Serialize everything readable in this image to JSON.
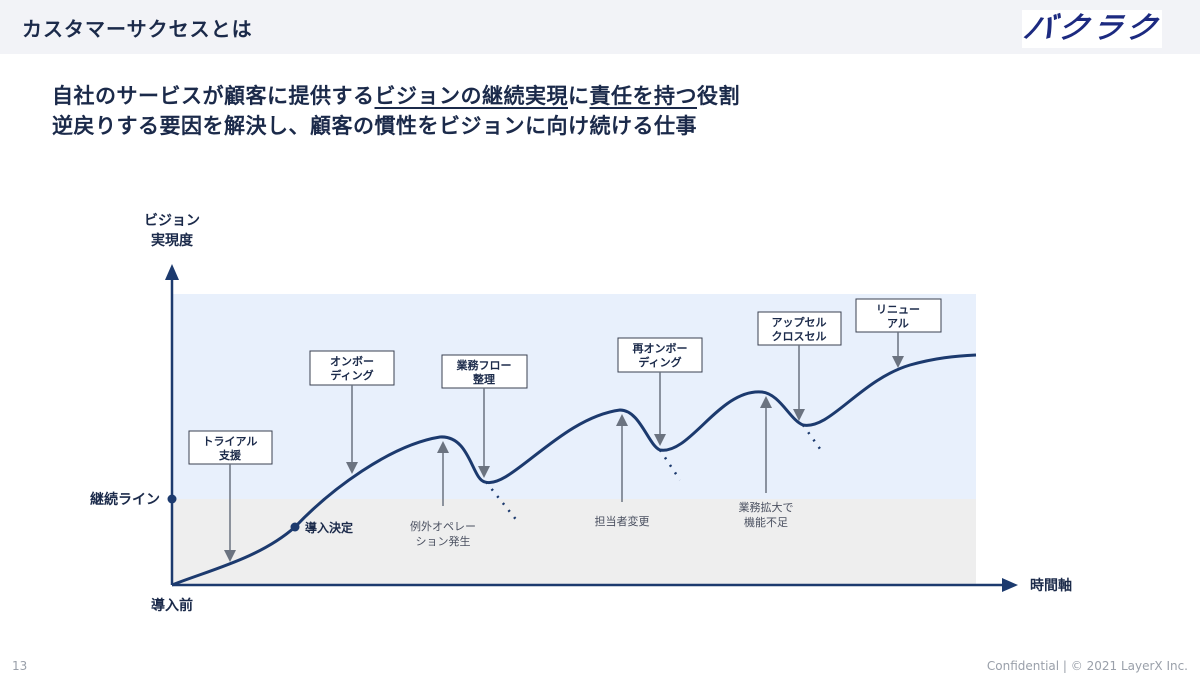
{
  "header": {
    "title": "カスタマーサクセスとは",
    "logo_text": "バクラク"
  },
  "lead": {
    "line1_a": "自社のサービスが顧客に提供する",
    "line1_u": "ビジョンの継続実現",
    "line1_b": "に",
    "line1_u2": "責任を持つ",
    "line1_c": "役割",
    "line2": "逆戻りする要因を解決し、顧客の慣性をビジョンに向け続ける仕事"
  },
  "diagram": {
    "y_axis_label_1": "ビジョン",
    "y_axis_label_2": "実現度",
    "x_axis_label": "時間軸",
    "origin_label": "導入前",
    "baseline_label": "継続ライン",
    "decision_label": "導入決定",
    "boxes": [
      {
        "line1": "トライアル",
        "line2": "支援"
      },
      {
        "line1": "オンボー",
        "line2": "ディング"
      },
      {
        "line1": "業務フロー",
        "line2": "整理"
      },
      {
        "line1": "再オンボー",
        "line2": "ディング"
      },
      {
        "line1": "アップセル",
        "line2": "クロスセル"
      },
      {
        "line1": "リニュー",
        "line2": "アル"
      }
    ],
    "risks": [
      {
        "line1": "例外オペレー",
        "line2": "ション発生"
      },
      {
        "line1": "担当者変更",
        "line2": ""
      },
      {
        "line1": "業務拡大で",
        "line2": "機能不足"
      }
    ],
    "colors": {
      "upper_band": "#e8f0fc",
      "lower_band": "#eeeeee",
      "curve": "#1c3a6e",
      "arrow": "#6b7380"
    }
  },
  "footer": {
    "page": "13",
    "copyright": "Confidential | © 2021 LayerX Inc."
  }
}
